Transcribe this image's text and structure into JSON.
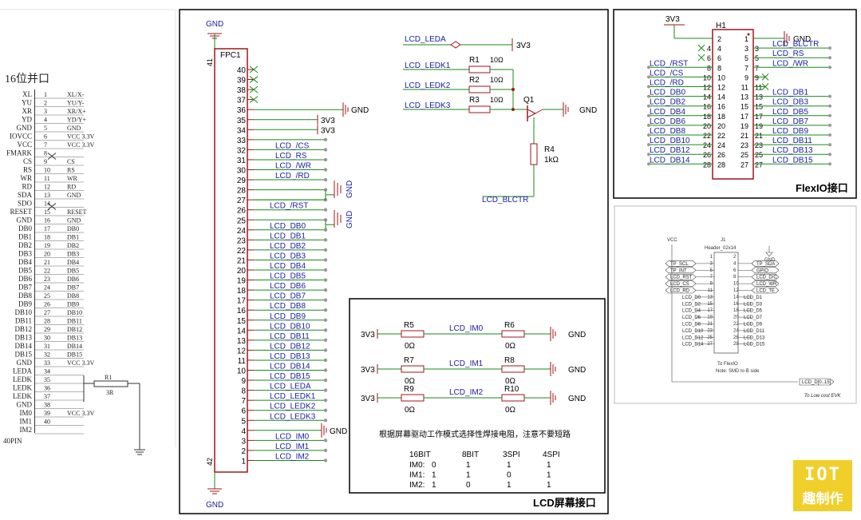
{
  "left_port": {
    "title": "16位并口",
    "footer": "40PIN",
    "pins": [
      {
        "n": "1",
        "name": "XL",
        "sig": "XL/X-"
      },
      {
        "n": "2",
        "name": "YU",
        "sig": "YU/Y-"
      },
      {
        "n": "3",
        "name": "XR",
        "sig": "XR/X+"
      },
      {
        "n": "4",
        "name": "YD",
        "sig": "YD/Y+"
      },
      {
        "n": "5",
        "name": "GND",
        "sig": "GND"
      },
      {
        "n": "6",
        "name": "IOVCC",
        "sig": "VCC 3.3V"
      },
      {
        "n": "7",
        "name": "VCC",
        "sig": "VCC 3.3V"
      },
      {
        "n": "8",
        "name": "FMARK",
        "sig": ""
      },
      {
        "n": "9",
        "name": "CS",
        "sig": "CS"
      },
      {
        "n": "10",
        "name": "RS",
        "sig": "RS"
      },
      {
        "n": "11",
        "name": "WR",
        "sig": "WR"
      },
      {
        "n": "12",
        "name": "RD",
        "sig": "RD"
      },
      {
        "n": "13",
        "name": "SDA",
        "sig": "GND"
      },
      {
        "n": "14",
        "name": "SDO",
        "sig": ""
      },
      {
        "n": "15",
        "name": "RESET",
        "sig": "RESET"
      },
      {
        "n": "16",
        "name": "GND",
        "sig": "GND"
      },
      {
        "n": "17",
        "name": "DB0",
        "sig": "DB0"
      },
      {
        "n": "18",
        "name": "DB1",
        "sig": "DB1"
      },
      {
        "n": "19",
        "name": "DB2",
        "sig": "DB2"
      },
      {
        "n": "20",
        "name": "DB3",
        "sig": "DB3"
      },
      {
        "n": "21",
        "name": "DB4",
        "sig": "DB4"
      },
      {
        "n": "22",
        "name": "DB5",
        "sig": "DB5"
      },
      {
        "n": "23",
        "name": "DB6",
        "sig": "DB6"
      },
      {
        "n": "24",
        "name": "DB7",
        "sig": "DB7"
      },
      {
        "n": "25",
        "name": "DB8",
        "sig": "DB8"
      },
      {
        "n": "26",
        "name": "DB9",
        "sig": "DB9"
      },
      {
        "n": "27",
        "name": "DB10",
        "sig": "DB10"
      },
      {
        "n": "28",
        "name": "DB11",
        "sig": "DB11"
      },
      {
        "n": "29",
        "name": "DB12",
        "sig": "DB12"
      },
      {
        "n": "30",
        "name": "DB13",
        "sig": "DB13"
      },
      {
        "n": "31",
        "name": "DB14",
        "sig": "DB14"
      },
      {
        "n": "32",
        "name": "DB15",
        "sig": "DB15"
      },
      {
        "n": "33",
        "name": "GND",
        "sig": "VCC 3.3V"
      },
      {
        "n": "34",
        "name": "LEDA",
        "sig": ""
      },
      {
        "n": "35",
        "name": "LEDK",
        "sig": ""
      },
      {
        "n": "36",
        "name": "LEDK",
        "sig": ""
      },
      {
        "n": "37",
        "name": "LEDK",
        "sig": ""
      },
      {
        "n": "38",
        "name": "GND",
        "sig": ""
      },
      {
        "n": "39",
        "name": "IM0",
        "sig": "VCC 3.3V"
      },
      {
        "n": "40",
        "name": "IM1",
        "sig": ""
      },
      {
        "n": "",
        "name": "IM2",
        "sig": ""
      }
    ],
    "r1": "R1",
    "r1_val": "3R"
  },
  "lcd": {
    "frame_title": "LCD屏幕接口",
    "gnd_top": "GND",
    "gnd_bottom": "GND",
    "fpc": "FPC1",
    "pin41": "41",
    "pin42": "42",
    "pins": [
      {
        "n": "40",
        "net": ""
      },
      {
        "n": "39",
        "net": ""
      },
      {
        "n": "38",
        "net": ""
      },
      {
        "n": "37",
        "net": ""
      },
      {
        "n": "36",
        "net": "GND"
      },
      {
        "n": "35",
        "net": "3V3"
      },
      {
        "n": "34",
        "net": "3V3"
      },
      {
        "n": "33",
        "net": ""
      },
      {
        "n": "32",
        "net": "LCD_/CS"
      },
      {
        "n": "31",
        "net": "LCD_RS"
      },
      {
        "n": "30",
        "net": "LCD_/WR"
      },
      {
        "n": "29",
        "net": "LCD_/RD"
      },
      {
        "n": "28",
        "net": ""
      },
      {
        "n": "27",
        "net": ""
      },
      {
        "n": "26",
        "net": "LCD_/RST"
      },
      {
        "n": "25",
        "net": ""
      },
      {
        "n": "24",
        "net": "LCD_DB0"
      },
      {
        "n": "23",
        "net": "LCD_DB1"
      },
      {
        "n": "22",
        "net": "LCD_DB2"
      },
      {
        "n": "21",
        "net": "LCD_DB3"
      },
      {
        "n": "20",
        "net": "LCD_DB4"
      },
      {
        "n": "19",
        "net": "LCD_DB5"
      },
      {
        "n": "18",
        "net": "LCD_DB6"
      },
      {
        "n": "17",
        "net": "LCD_DB7"
      },
      {
        "n": "16",
        "net": "LCD_DB8"
      },
      {
        "n": "15",
        "net": "LCD_DB9"
      },
      {
        "n": "14",
        "net": "LCD_DB10"
      },
      {
        "n": "13",
        "net": "LCD_DB11"
      },
      {
        "n": "12",
        "net": "LCD_DB12"
      },
      {
        "n": "11",
        "net": "LCD_DB13"
      },
      {
        "n": "10",
        "net": "LCD_DB14"
      },
      {
        "n": "9",
        "net": "LCD_DB15"
      },
      {
        "n": "8",
        "net": "LCD_LEDA"
      },
      {
        "n": "7",
        "net": "LCD_LEDK1"
      },
      {
        "n": "6",
        "net": "LCD_LEDK2"
      },
      {
        "n": "5",
        "net": "LCD_LEDK3"
      },
      {
        "n": "4",
        "net": "GND"
      },
      {
        "n": "3",
        "net": "LCD_IM0"
      },
      {
        "n": "2",
        "net": "LCD_IM1"
      },
      {
        "n": "1",
        "net": "LCD_IM2"
      }
    ],
    "gnd_28_27": "GND",
    "gnd_25": "GND",
    "backlight": {
      "leda": "LCD_LEDA",
      "leda_net": "3V3",
      "ledk1": "LCD_LEDK1",
      "ledk2": "LCD_LEDK2",
      "ledk3": "LCD_LEDK3",
      "r1": "R1",
      "r2": "R2",
      "r3": "R3",
      "rval": "10Ω",
      "q1": "Q1",
      "q_gnd": "GND",
      "r4": "R4",
      "r4_val": "1kΩ",
      "blctr": "LCD_BLCTR"
    },
    "im": {
      "rows": [
        {
          "v": "3V3",
          "r_left": "R5",
          "r_left_val": "0Ω",
          "net": "LCD_IM0",
          "r_right": "R6",
          "r_right_val": "0Ω",
          "gnd": "GND"
        },
        {
          "v": "3V3",
          "r_left": "R7",
          "r_left_val": "0Ω",
          "net": "LCD_IM1",
          "r_right": "R8",
          "r_right_val": "0Ω",
          "gnd": "GND"
        },
        {
          "v": "3V3",
          "r_left": "R9",
          "r_left_val": "0Ω",
          "net": "LCD_IM2",
          "r_right": "R10",
          "r_right_val": "0Ω",
          "gnd": "GND"
        }
      ],
      "note": "根据屏幕驱动工作模式选择性焊接电阻，注意不要短路",
      "headers": [
        "16BIT",
        "8BIT",
        "3SPI",
        "4SPI"
      ],
      "table": [
        {
          "label": "IM0:",
          "vals": [
            "0",
            "1",
            "1",
            "1"
          ]
        },
        {
          "label": "IM1:",
          "vals": [
            "1",
            "1",
            "0",
            "1"
          ]
        },
        {
          "label": "IM2:",
          "vals": [
            "1",
            "0",
            "1",
            "1"
          ]
        }
      ]
    }
  },
  "flexio": {
    "frame_title": "FlexIO接口",
    "h1": "H1",
    "v3": "3V3",
    "gnd": "GND",
    "left": [
      {
        "net": "",
        "n": "2"
      },
      {
        "net": "",
        "n": "4"
      },
      {
        "net": "",
        "n": "6"
      },
      {
        "net": "LCD_/RST",
        "n": "8"
      },
      {
        "net": "LCD_/CS",
        "n": "10"
      },
      {
        "net": "LCD_/RD",
        "n": "12"
      },
      {
        "net": "LCD_DB0",
        "n": "14"
      },
      {
        "net": "LCD_DB2",
        "n": "16"
      },
      {
        "net": "LCD_DB4",
        "n": "18"
      },
      {
        "net": "LCD_DB6",
        "n": "20"
      },
      {
        "net": "LCD_DB8",
        "n": "22"
      },
      {
        "net": "LCD_DB10",
        "n": "24"
      },
      {
        "net": "LCD_DB12",
        "n": "26"
      },
      {
        "net": "LCD_DB14",
        "n": "28"
      }
    ],
    "inner_left": [
      "2",
      "4",
      "6",
      "8",
      "10",
      "12",
      "14",
      "16",
      "18",
      "20",
      "22",
      "24",
      "26",
      "28"
    ],
    "inner_right": [
      "1",
      "3",
      "5",
      "7",
      "9",
      "11",
      "13",
      "15",
      "17",
      "19",
      "21",
      "23",
      "25",
      "27"
    ],
    "right": [
      {
        "net": "",
        "n": "1"
      },
      {
        "net": "LCD_BLCTR",
        "n": "3"
      },
      {
        "net": "LCD_RS",
        "n": "5"
      },
      {
        "net": "LCD_/WR",
        "n": "7"
      },
      {
        "net": "",
        "n": "9"
      },
      {
        "net": "",
        "n": "11"
      },
      {
        "net": "LCD_DB1",
        "n": "13"
      },
      {
        "net": "LCD_DB3",
        "n": "15"
      },
      {
        "net": "LCD_DB5",
        "n": "17"
      },
      {
        "net": "LCD_DB7",
        "n": "19"
      },
      {
        "net": "LCD_DB9",
        "n": "21"
      },
      {
        "net": "LCD_DB11",
        "n": "23"
      },
      {
        "net": "LCD_DB13",
        "n": "25"
      },
      {
        "net": "LCD_DB15",
        "n": "27"
      }
    ]
  },
  "ref": {
    "vcc": "VCC",
    "gnd": "GND",
    "j1": "J1",
    "header": "Header_02x14",
    "left": [
      "TP_SCL",
      "TP_INT",
      "LCD_RST",
      "LCD_CS",
      "LCD_RD",
      "LCD_D0",
      "LCD_D2",
      "LCD_D4",
      "LCD_D6",
      "LCD_D8",
      "LCD_D10",
      "LCD_D12",
      "LCD_D14"
    ],
    "left_pins": [
      "1",
      "3",
      "5",
      "7",
      "9",
      "11",
      "13",
      "15",
      "17",
      "19",
      "21",
      "23",
      "25",
      "27"
    ],
    "right_pins": [
      "2",
      "4",
      "6",
      "8",
      "10",
      "12",
      "14",
      "16",
      "18",
      "20",
      "22",
      "24",
      "26",
      "28"
    ],
    "right": [
      "TP_SDA",
      "GPIO",
      "LCD_D/C",
      "LCD_WR",
      "LCD_TE",
      "LCD_D1",
      "LCD_D3",
      "LCD_D5",
      "LCD_D7",
      "LCD_D9",
      "LCD_D11",
      "LCD_D13",
      "LCD_D15"
    ],
    "note1": "To FlexIO",
    "note2": "Note: SMD to B side",
    "bus": "LCD_D[0..15]",
    "footer": "To Low cost EVK"
  },
  "logo": {
    "line1": "IOT",
    "line2": "趣制作"
  },
  "colors": {
    "wire": "#1a8a1a",
    "part": "#a0161a",
    "net": "#1a1aa6",
    "frame": "#000000",
    "logo": "#f0cf2a"
  }
}
